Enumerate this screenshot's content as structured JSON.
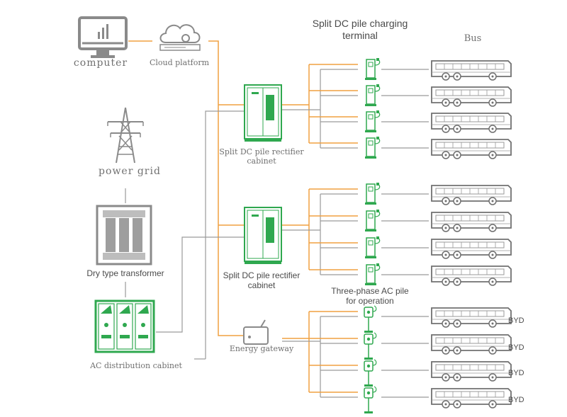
{
  "labels": {
    "computer": "computer",
    "cloud": "Cloud platform",
    "power_grid": "power grid",
    "transformer": "Dry type transformer",
    "ac_cabinet": "AC distribution cabinet",
    "rectifier_1": [
      "Split DC pile rectifier",
      "cabinet"
    ],
    "rectifier_2": [
      "Split DC pile rectifier",
      "cabinet"
    ],
    "charging_terminal": [
      "Split DC pile charging",
      "terminal"
    ],
    "bus": "Bus",
    "ac_pile": [
      "Three-phase AC pile",
      "for operation"
    ],
    "gateway": "Energy gateway",
    "byd": [
      "BYD",
      "BYD",
      "BYD",
      "BYD"
    ]
  },
  "colors": {
    "orange": "#f0a040",
    "gray_line": "#9a9a9a",
    "green": "#2fa84f",
    "icon_gray": "#8a8a8a"
  }
}
